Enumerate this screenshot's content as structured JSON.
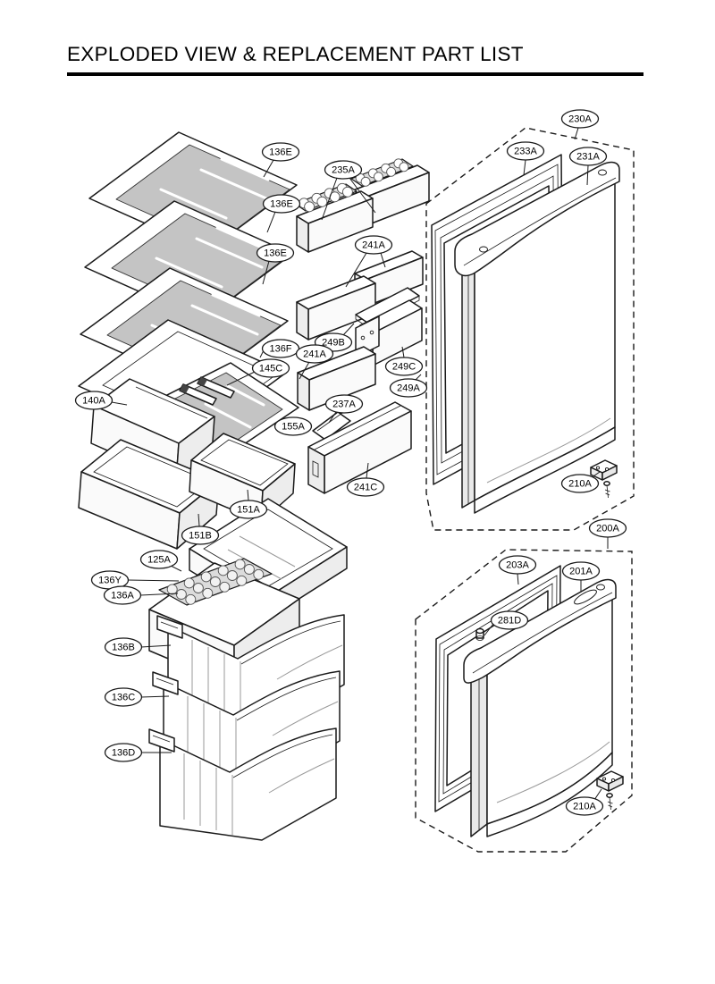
{
  "title": "EXPLODED VIEW & REPLACEMENT PART LIST",
  "colors": {
    "ink": "#1a1a1a",
    "glass": "#c4c4c4"
  },
  "labels": {
    "e136e_1": "136E",
    "e136e_2": "136E",
    "e136e_3": "136E",
    "e235a": "235A",
    "e241a_top": "241A",
    "e136f": "136F",
    "e249b": "249B",
    "e241a_mid": "241A",
    "e145c": "145C",
    "e249c": "249C",
    "e249a": "249A",
    "e140a": "140A",
    "e237a": "237A",
    "e155a": "155A",
    "e241c": "241C",
    "e151a": "151A",
    "e151b": "151B",
    "e125a": "125A",
    "e136y": "136Y",
    "e136a": "136A",
    "e136b": "136B",
    "e136c": "136C",
    "e136d": "136D",
    "e230a": "230A",
    "e233a": "233A",
    "e231a": "231A",
    "e210a_top": "210A",
    "e200a": "200A",
    "e203a": "203A",
    "e201a": "201A",
    "e281d": "281D",
    "e210a_bot": "210A"
  }
}
